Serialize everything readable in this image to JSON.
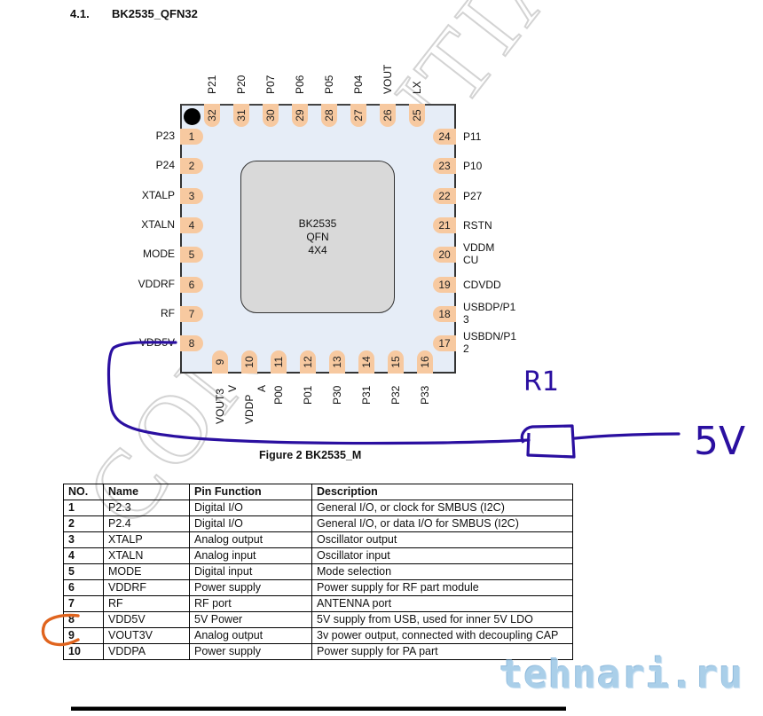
{
  "section": {
    "number": "4.1.",
    "title": "BK2535_QFN32"
  },
  "chip": {
    "die_label_lines": [
      "BK2535",
      "QFN",
      "4X4"
    ],
    "left_pins": [
      {
        "num": "1",
        "name": "P23"
      },
      {
        "num": "2",
        "name": "P24"
      },
      {
        "num": "3",
        "name": "XTALP"
      },
      {
        "num": "4",
        "name": "XTALN"
      },
      {
        "num": "5",
        "name": "MODE"
      },
      {
        "num": "6",
        "name": "VDDRF"
      },
      {
        "num": "7",
        "name": "RF"
      },
      {
        "num": "8",
        "name": "VDD5V"
      }
    ],
    "bottom_pins": [
      {
        "num": "9",
        "name_lines": [
          "VOUT3",
          "V"
        ]
      },
      {
        "num": "10",
        "name_lines": [
          "VDDP",
          "A"
        ]
      },
      {
        "num": "11",
        "name_lines": [
          "P00"
        ]
      },
      {
        "num": "12",
        "name_lines": [
          "P01"
        ]
      },
      {
        "num": "13",
        "name_lines": [
          "P30"
        ]
      },
      {
        "num": "14",
        "name_lines": [
          "P31"
        ]
      },
      {
        "num": "15",
        "name_lines": [
          "P32"
        ]
      },
      {
        "num": "16",
        "name_lines": [
          "P33"
        ]
      }
    ],
    "right_pins": [
      {
        "num": "24",
        "name_lines": [
          "P11"
        ]
      },
      {
        "num": "23",
        "name_lines": [
          "P10"
        ]
      },
      {
        "num": "22",
        "name_lines": [
          "P27"
        ]
      },
      {
        "num": "21",
        "name_lines": [
          "RSTN"
        ]
      },
      {
        "num": "20",
        "name_lines": [
          "VDDM",
          "CU"
        ]
      },
      {
        "num": "19",
        "name_lines": [
          "CDVDD"
        ]
      },
      {
        "num": "18",
        "name_lines": [
          "USBDP/P1",
          "3"
        ]
      },
      {
        "num": "17",
        "name_lines": [
          "USBDN/P1",
          "2"
        ]
      }
    ],
    "top_pins": [
      {
        "num": "32",
        "name": "P21"
      },
      {
        "num": "31",
        "name": "P20"
      },
      {
        "num": "30",
        "name": "P07"
      },
      {
        "num": "29",
        "name": "P06"
      },
      {
        "num": "28",
        "name": "P05"
      },
      {
        "num": "27",
        "name": "P04"
      },
      {
        "num": "26",
        "name": "VOUT"
      },
      {
        "num": "25",
        "name": "LX"
      }
    ]
  },
  "figure_caption": "Figure 2 BK2535_M",
  "watermark_text": "CONFIDENTIAL",
  "annotations": {
    "resistor_label": "R1",
    "voltage_label": "5V",
    "wire_color": "#2a0fa0",
    "highlight_color": "#e0641e"
  },
  "table": {
    "headers": [
      "NO.",
      "Name",
      "Pin Function",
      "Description"
    ],
    "rows": [
      {
        "no": "1",
        "name": "P2.3",
        "function": "Digital I/O",
        "description": "General I/O, or clock for SMBUS (I2C)"
      },
      {
        "no": "2",
        "name": "P2.4",
        "function": "Digital I/O",
        "description": "General I/O, or data I/O for SMBUS (I2C)"
      },
      {
        "no": "3",
        "name": "XTALP",
        "function": "Analog output",
        "description": "Oscillator output"
      },
      {
        "no": "4",
        "name": "XTALN",
        "function": "Analog input",
        "description": "Oscillator input"
      },
      {
        "no": "5",
        "name": "MODE",
        "function": "Digital input",
        "description": "Mode selection"
      },
      {
        "no": "6",
        "name": "VDDRF",
        "function": "Power supply",
        "description": "Power supply for RF part module"
      },
      {
        "no": "7",
        "name": "RF",
        "function": "RF port",
        "description": "ANTENNA port"
      },
      {
        "no": "8",
        "name": "VDD5V",
        "function": "5V Power",
        "description": "5V supply from USB, used for inner 5V  LDO"
      },
      {
        "no": "9",
        "name": "VOUT3V",
        "function": "Analog output",
        "description": "3v power output, connected with decoupling CAP"
      },
      {
        "no": "10",
        "name": "VDDPA",
        "function": "Power supply",
        "description": "Power supply for PA part"
      }
    ]
  },
  "brand_watermark": "tehnari.ru"
}
